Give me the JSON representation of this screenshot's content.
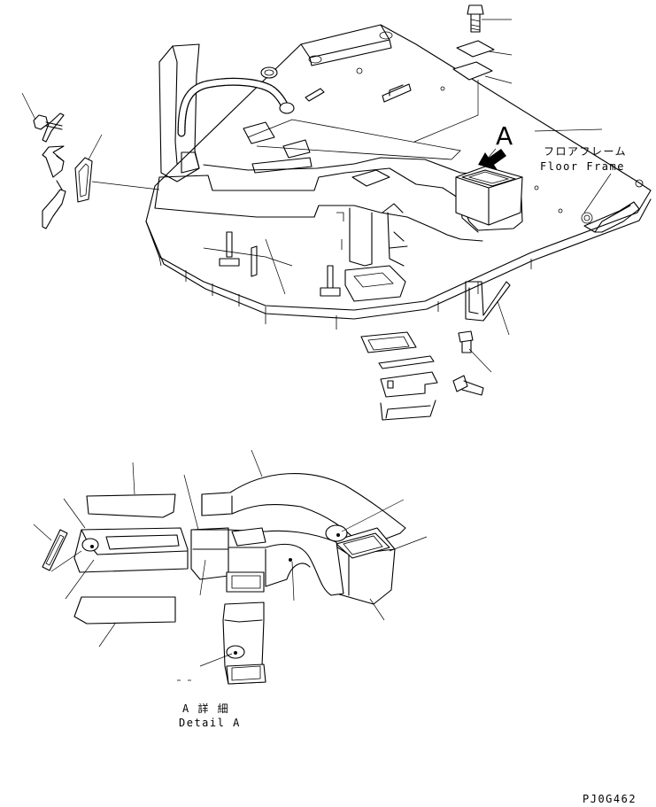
{
  "labels": {
    "view_marker": "A",
    "frame_jp": "フロアフレーム",
    "frame_en": "Floor Frame",
    "detail_jp": "A 詳 細",
    "detail_en": "Detail A",
    "drawing_code": "PJ0G462"
  }
}
